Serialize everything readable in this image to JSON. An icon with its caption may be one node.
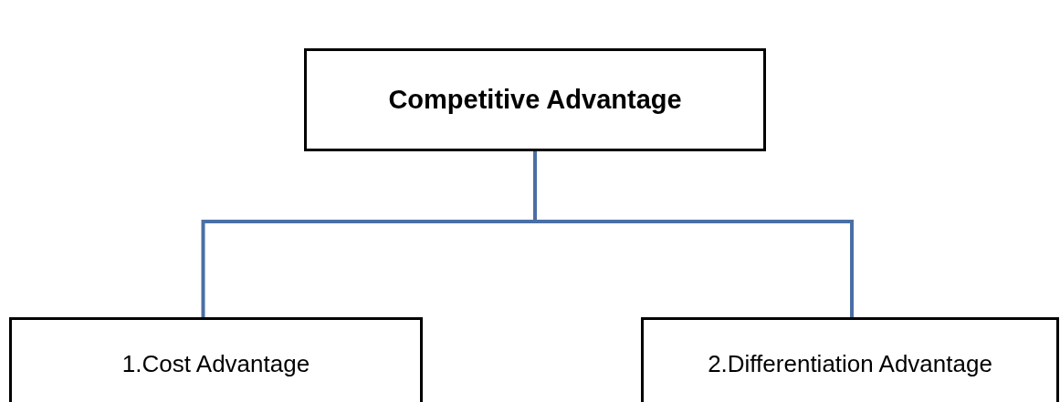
{
  "diagram": {
    "nodes": [
      {
        "text": [
          "Competitive Advantage"
        ]
      },
      {
        "text": [
          "1.Cost Advantage"
        ]
      },
      {
        "text": [
          "2.Differentiation Advantage"
        ]
      }
    ],
    "edges": [
      {
        "from": 0,
        "to": 1,
        "arrow": "none"
      },
      {
        "from": 0,
        "to": 2,
        "arrow": "none"
      }
    ]
  }
}
